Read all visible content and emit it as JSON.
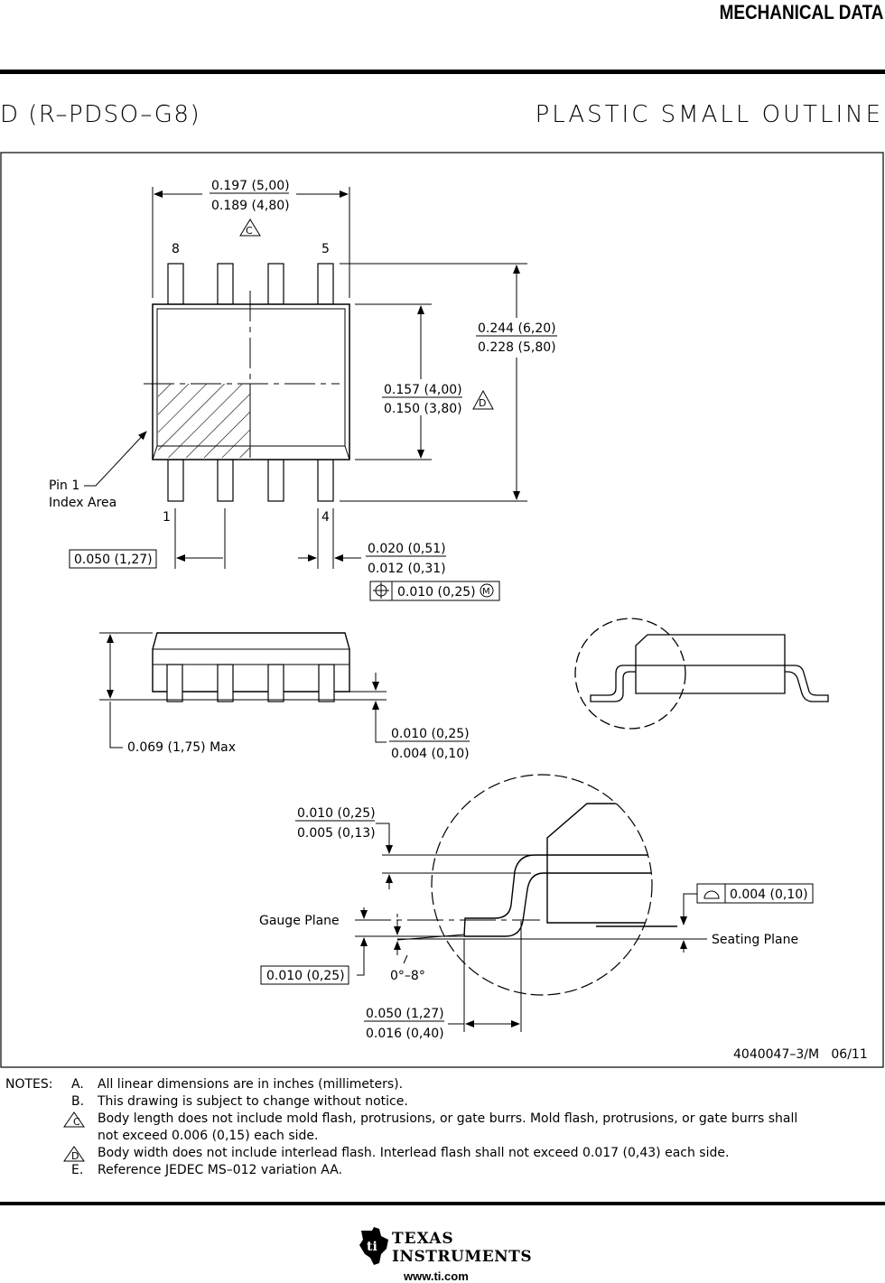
{
  "header": {
    "title": "MECHANICAL DATA",
    "package_code": "D (R–PDSO–G8)",
    "package_type": "PLASTIC SMALL OUTLINE"
  },
  "dims": {
    "body_len_max": "0.197 (5,00)",
    "body_len_min": "0.189 (4,80)",
    "pin8": "8",
    "pin5": "5",
    "pin1": "1",
    "pin4": "4",
    "span_max": "0.244 (6,20)",
    "span_min": "0.228 (5,80)",
    "body_w_max": "0.157 (4,00)",
    "body_w_min": "0.150 (3,80)",
    "pin1_label_l1": "Pin 1",
    "pin1_label_l2": "Index Area",
    "pitch": "0.050 (1,27)",
    "lead_w_max": "0.020 (0,51)",
    "lead_w_min": "0.012 (0,31)",
    "position_tol": "0.010 (0,25)",
    "height_max": "0.069 (1,75) Max",
    "standoff_max": "0.010 (0,25)",
    "standoff_min": "0.004 (0,10)",
    "lead_t_max": "0.010 (0,25)",
    "lead_t_min": "0.005 (0,13)",
    "gauge_plane": "Gauge Plane",
    "gauge_dim": "0.010 (0,25)",
    "angle": "0°–8°",
    "flatness": "0.004 (0,10)",
    "seating_plane": "Seating Plane",
    "foot_max": "0.050 (1,27)",
    "foot_min": "0.016 (0,40)",
    "drawing_no": "4040047–3/M   06/11",
    "flag_c": "C",
    "flag_d": "D",
    "flag_m": "M"
  },
  "notes": {
    "lead": "NOTES:",
    "items": [
      {
        "letter": "A.",
        "text": "All linear dimensions are in inches (millimeters)."
      },
      {
        "letter": "B.",
        "text": "This drawing is subject to change without notice."
      },
      {
        "letter": "C",
        "text": "Body length does not include mold flash, protrusions, or gate burrs.  Mold flash, protrusions, or gate burrs shall"
      },
      {
        "letter": "",
        "text": "not exceed 0.006 (0,15) each side."
      },
      {
        "letter": "D",
        "text": "Body width does not include interlead flash.  Interlead flash shall not exceed 0.017 (0,43) each side."
      },
      {
        "letter": "E.",
        "text": "Reference JEDEC MS–012 variation AA."
      }
    ]
  },
  "footer": {
    "company_line1": "TEXAS",
    "company_line2": "INSTRUMENTS",
    "website": "www.ti.com"
  }
}
